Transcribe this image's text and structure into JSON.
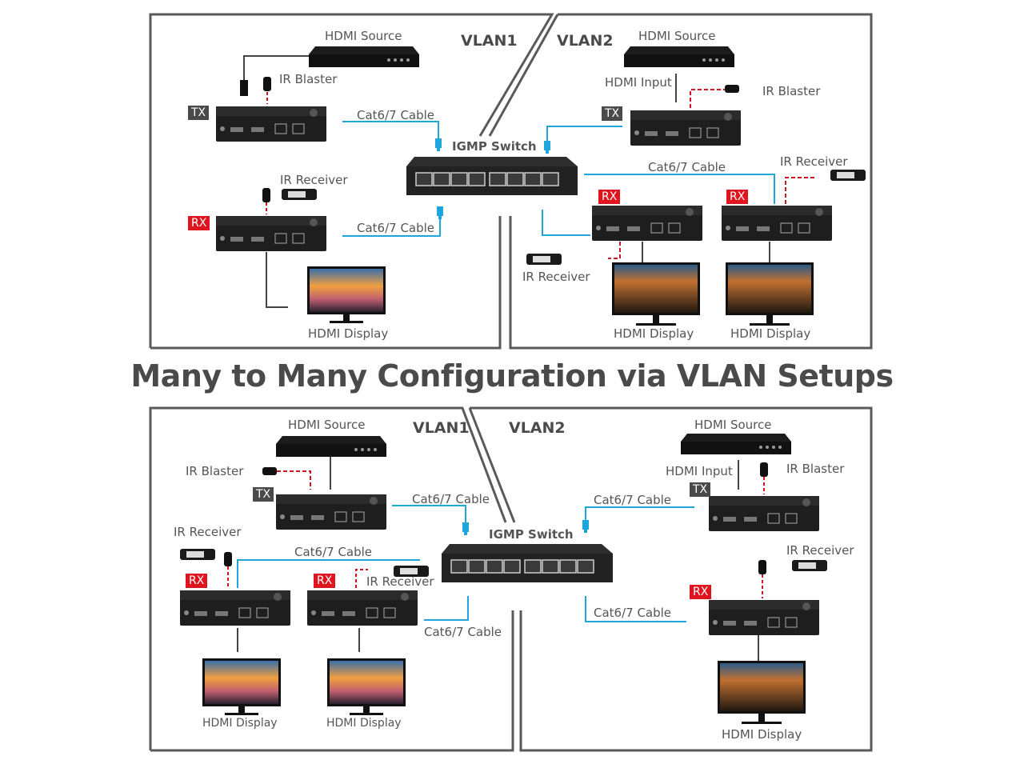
{
  "title": "Many to Many Configuration via VLAN Setups",
  "colors": {
    "border": "#5a5a5a",
    "cable": "#1ea5dc",
    "ir": "#d0141e",
    "rx_badge": "#e0141e",
    "tx_badge": "#4a4a4a"
  },
  "top": {
    "vlan1": {
      "label": "VLAN1",
      "source_label": "HDMI Source",
      "ir_blaster_label": "IR Blaster",
      "tx_badge": "TX",
      "cable_tx_label": "Cat6/7 Cable",
      "switch_label": "IGMP Switch",
      "ir_receiver_label": "IR Receiver",
      "rx_badge": "RX",
      "cable_rx_label": "Cat6/7 Cable",
      "display_label": "HDMI Display"
    },
    "vlan2": {
      "label": "VLAN2",
      "source_label": "HDMI Source",
      "hdmi_input_label": "HDMI Input",
      "ir_blaster_label": "IR Blaster",
      "tx_badge": "TX",
      "cable_label": "Cat6/7 Cable",
      "ir_receiver_a_label": "IR Receiver",
      "ir_receiver_b_label": "IR Receiver",
      "rx_badge_a": "RX",
      "rx_badge_b": "RX",
      "display_a_label": "HDMI Display",
      "display_b_label": "HDMI Display"
    }
  },
  "bottom": {
    "vlan1": {
      "label": "VLAN1",
      "source_label": "HDMI Source",
      "ir_blaster_label": "IR Blaster",
      "tx_badge": "TX",
      "cable_tx_label": "Cat6/7 Cable",
      "ir_receiver_a_label": "IR Receiver",
      "ir_receiver_b_label": "IR Receiver",
      "cable_rx_label": "Cat6/7 Cable",
      "cable_rx2_label": "Cat6/7 Cable",
      "rx_badge_a": "RX",
      "rx_badge_b": "RX",
      "display_a_label": "HDMI Display",
      "display_b_label": "HDMI Display",
      "switch_label": "IGMP Switch"
    },
    "vlan2": {
      "label": "VLAN2",
      "source_label": "HDMI Source",
      "hdmi_input_label": "HDMI Input",
      "ir_blaster_label": "IR Blaster",
      "tx_badge": "TX",
      "cable_tx_label": "Cat6/7 Cable",
      "ir_receiver_label": "IR Receiver",
      "rx_badge": "RX",
      "cable_rx_label": "Cat6/7 Cable",
      "display_label": "HDMI Display"
    }
  }
}
